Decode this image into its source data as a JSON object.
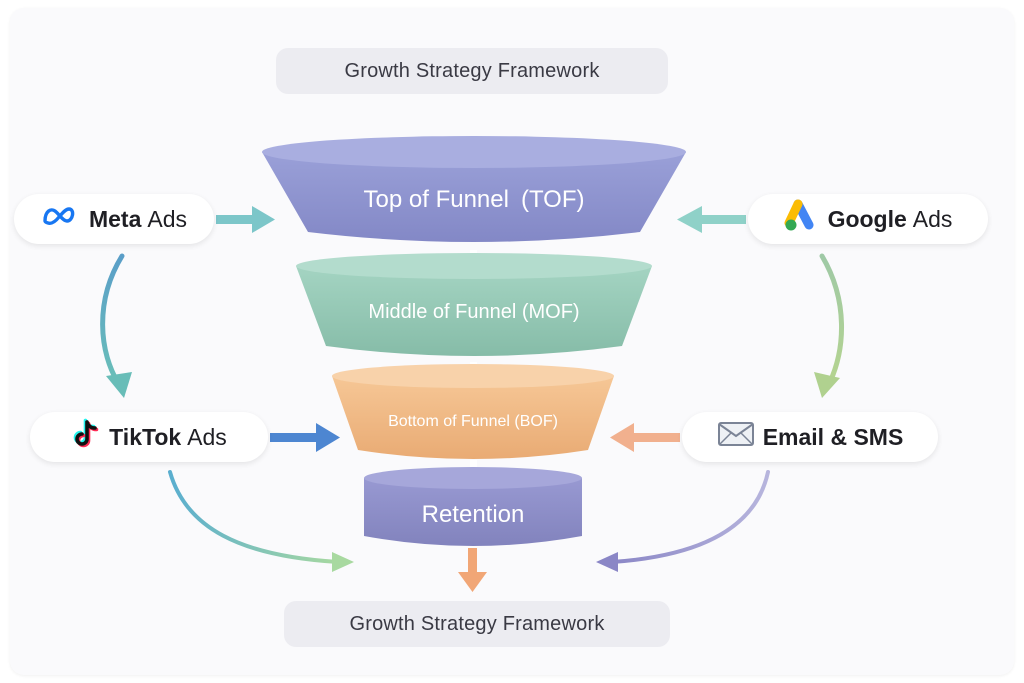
{
  "header": {
    "title": "Growth Strategy Framework"
  },
  "footer": {
    "title": "Growth Strategy Framework"
  },
  "channels": {
    "meta": {
      "brand": "Meta",
      "suffix": "Ads",
      "color": "#1877f2"
    },
    "google": {
      "brand": "Google",
      "suffix": "Ads",
      "colors": [
        "#fbbc04",
        "#4285f4",
        "#34a853"
      ]
    },
    "tiktok": {
      "brand": "TikTok",
      "suffix": "Ads",
      "colors": [
        "#25f4ee",
        "#fe2c55",
        "#111111"
      ]
    },
    "email": {
      "label": "Email & SMS",
      "icon": "envelope-icon"
    }
  },
  "stages": {
    "tof": {
      "label": "Top of Funnel (TOF)",
      "color": "#8e93cf"
    },
    "mof": {
      "label": "Middle of Funnel (MOF)",
      "color": "#93c8b5"
    },
    "bof": {
      "label": "Bottom of Funnel (BOF)",
      "color": "#f0b987"
    },
    "ret": {
      "label": "Retention",
      "color": "#8d8ec8"
    }
  }
}
